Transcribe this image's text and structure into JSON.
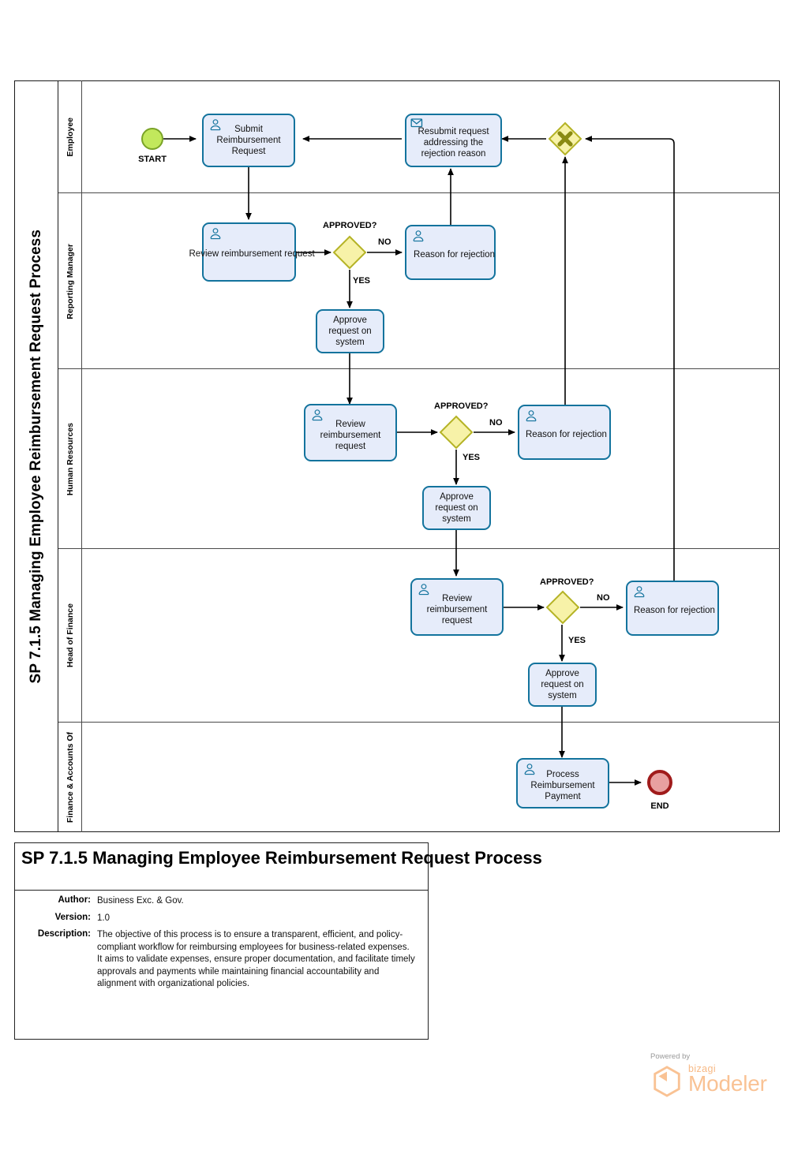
{
  "pool": {
    "title": "SP 7.1.5 Managing Employee Reimbursement Request Process",
    "lanes": [
      {
        "id": "employee",
        "label": "Employee"
      },
      {
        "id": "reporting-manager",
        "label": "Reporting Manager"
      },
      {
        "id": "human-resources",
        "label": "Human Resources"
      },
      {
        "id": "head-of-finance",
        "label": "Head of Finance"
      },
      {
        "id": "finance-accounts",
        "label": "Finance & Accounts Of"
      }
    ]
  },
  "events": {
    "start": {
      "caption": "START",
      "icon": "start-event-icon"
    },
    "end": {
      "caption": "END",
      "icon": "end-event-icon"
    }
  },
  "gateway_label": "APPROVED?",
  "flow_labels": {
    "yes": "YES",
    "no": "NO"
  },
  "tasks": {
    "submit_request": "Submit Reimbursement Request",
    "resubmit_request": "Resubmit request addressing the rejection reason",
    "rm_review": "Review reimbursement request",
    "rm_reason": "Reason for rejection",
    "rm_approve": "Approve request on system",
    "hr_review": "Review reimbursement request",
    "hr_reason": "Reason for rejection",
    "hr_approve": "Approve request on system",
    "hof_review": "Review reimbursement request",
    "hof_reason": "Reason for rejection",
    "hof_approve": "Approve request on system",
    "process_payment": "Process Reimbursement Payment"
  },
  "info": {
    "title": "SP 7.1.5 Managing Employee Reimbursement Request Process",
    "author_label": "Author:",
    "author_value": "Business Exc. & Gov.",
    "version_label": "Version:",
    "version_value": "1.0",
    "description_label": "Description:",
    "description_value": "The objective of this process is to ensure a transparent, efficient, and policy-compliant workflow for reimbursing employees for business-related expenses. It aims to validate expenses, ensure proper documentation, and facilitate timely approvals and payments while maintaining financial accountability and alignment with organizational policies."
  },
  "branding": {
    "powered_by": "Powered by",
    "name_small": "bizagi",
    "name_large": "Modeler"
  },
  "colors": {
    "task_fill": "#e6ecfa",
    "task_stroke": "#13739d",
    "gateway_fill": "#f7f2a8",
    "gateway_stroke": "#b5b326",
    "start_fill": "#c2e85c",
    "start_stroke": "#7aa327",
    "end_fill": "#e8a0a0",
    "end_stroke": "#a01b1b",
    "brand": "#f9c294"
  }
}
